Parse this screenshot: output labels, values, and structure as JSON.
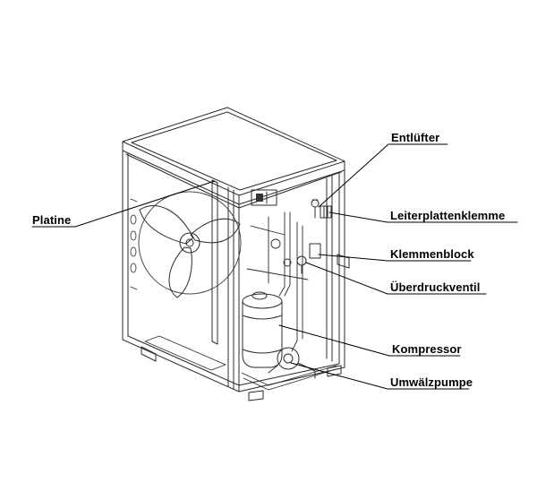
{
  "figure": {
    "labels": {
      "entluefter": "Entlüfter",
      "platine": "Platine",
      "leiterplattenklemme": "Leiterplattenklemme",
      "klemmenblock": "Klemmenblock",
      "ueberdruckventil": "Überdruckventil",
      "kompressor": "Kompressor",
      "umwaelzpumpe": "Umwälzpumpe"
    },
    "colors": {
      "line": "#2b2b2b",
      "leader_line": "#000000",
      "label_text": "#000000",
      "background": "#ffffff"
    }
  }
}
